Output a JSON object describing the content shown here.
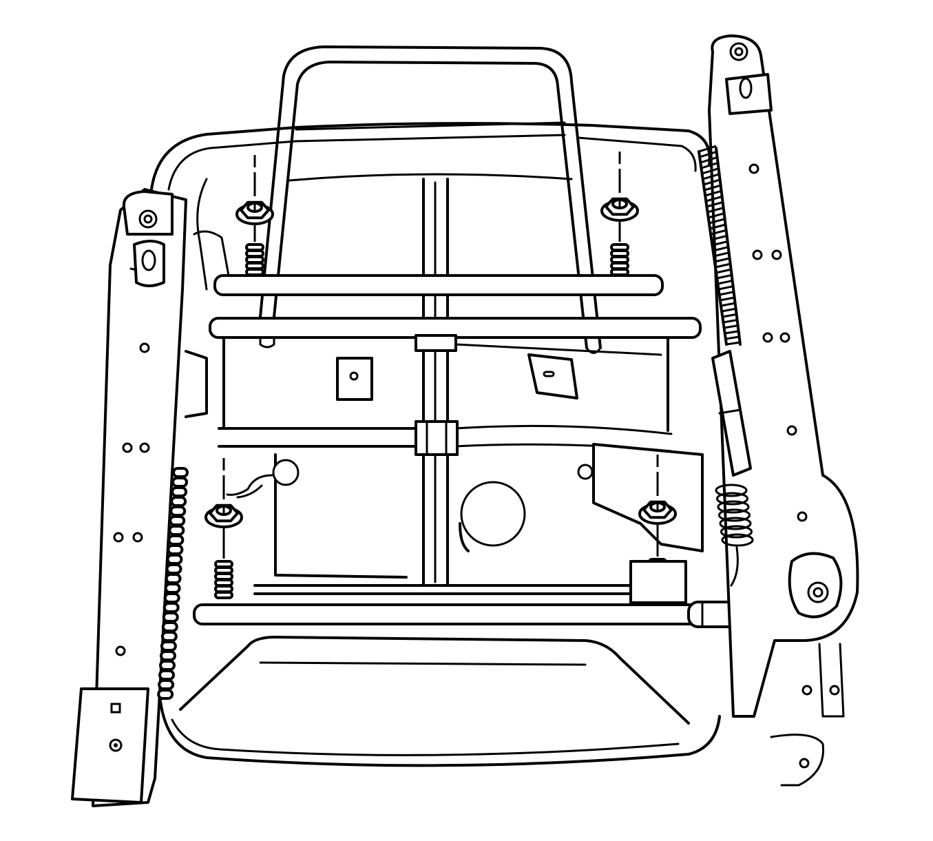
{
  "figure": {
    "subject": "seat-frame-and-adjuster-assembly",
    "colors": {
      "line": "#000000",
      "background": "#ffffff"
    },
    "fasteners": [
      {
        "id": "front-left-nut"
      },
      {
        "id": "front-right-nut"
      },
      {
        "id": "rear-left-nut"
      },
      {
        "id": "rear-right-nut"
      }
    ]
  }
}
